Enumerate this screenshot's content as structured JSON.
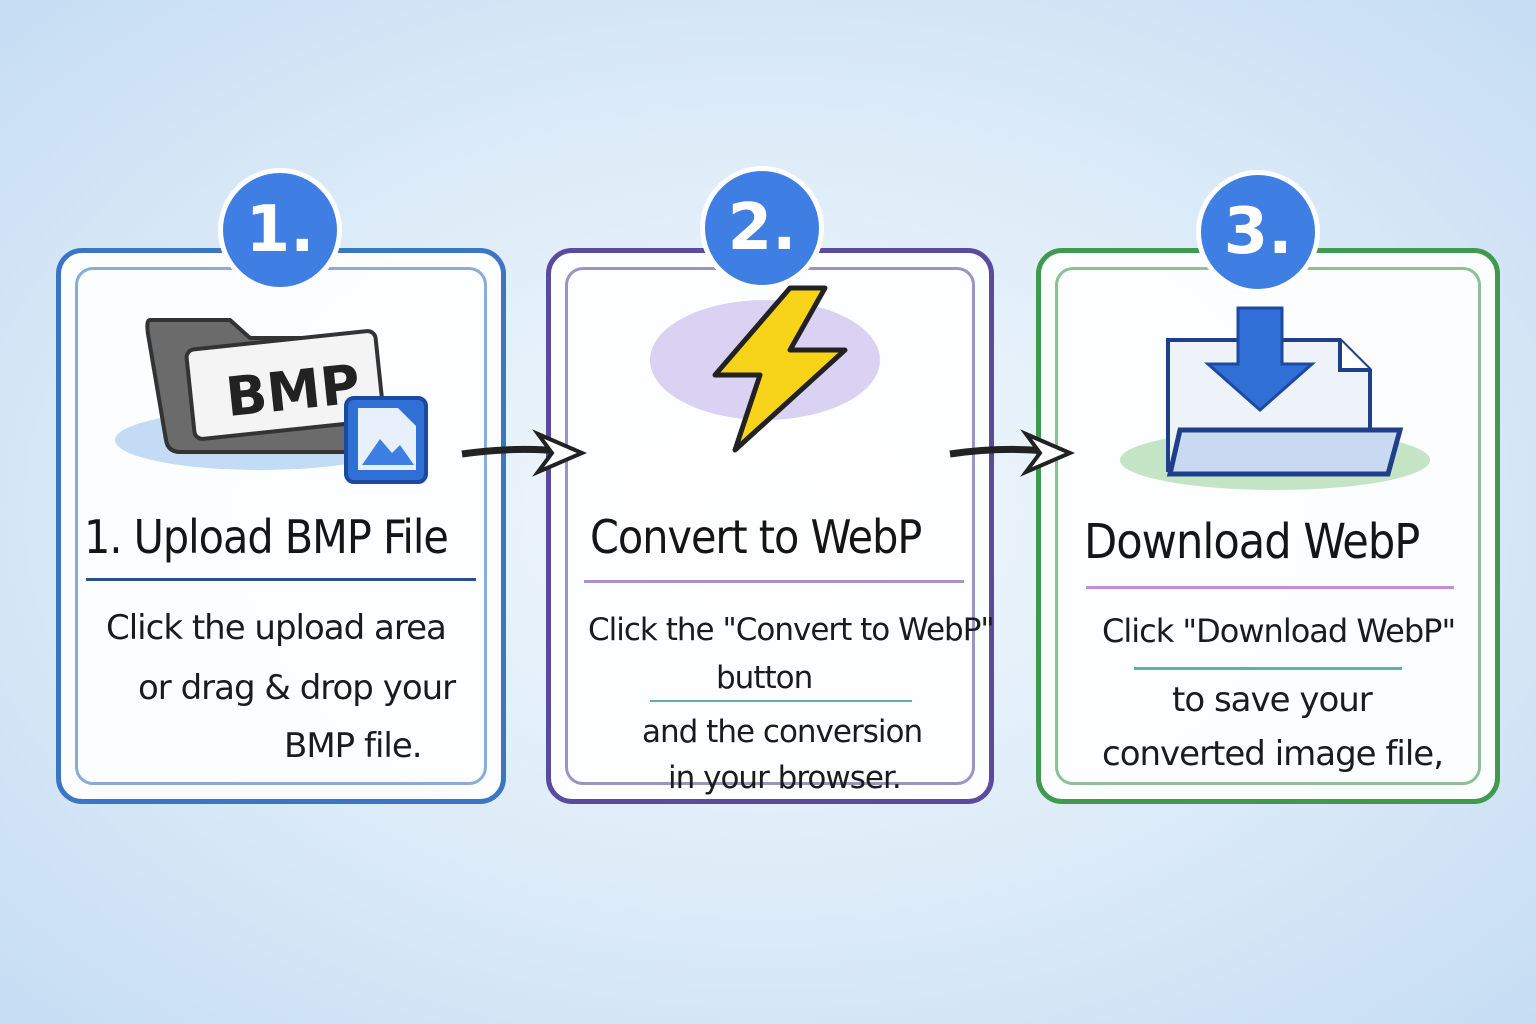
{
  "steps": [
    {
      "badge": "1.",
      "title": "1. Upload BMP File",
      "lines": [
        "Click the upload area",
        "or drag & drop your",
        "BMP file."
      ],
      "icon_label": "BMP",
      "icon": "folder-icon",
      "color": "#3c74c6"
    },
    {
      "badge": "2.",
      "title": "Convert to WebP",
      "lines": [
        "Click the \"Convert to WebP\"",
        "button",
        "and the conversion",
        "in your browser."
      ],
      "icon": "lightning-icon",
      "color": "#5a4b9e"
    },
    {
      "badge": "3.",
      "title": "Download WebP",
      "lines": [
        "Click \"Download WebP\"",
        "to save your",
        "converted image file,"
      ],
      "icon": "download-icon",
      "color": "#3f9a4e"
    }
  ],
  "accent": "#3f7ee2"
}
